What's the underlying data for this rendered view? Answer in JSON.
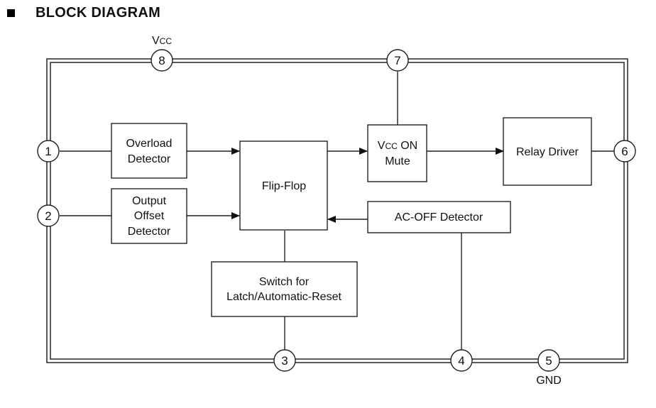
{
  "heading": {
    "bullet_icon": "square-bullet-icon",
    "title": "BLOCK DIAGRAM"
  },
  "blocks": {
    "overload": [
      "Overload",
      "Detector"
    ],
    "offset": [
      "Output",
      "Offset",
      "Detector"
    ],
    "flipflop": [
      "Flip-Flop"
    ],
    "vccmute": {
      "v": "V",
      "sub": "CC",
      "rest": " ON",
      "line2": "Mute"
    },
    "relay": [
      "Relay Driver"
    ],
    "acoff": [
      "AC-OFF Detector"
    ],
    "switch": [
      "Switch for",
      "Latch/Automatic-Reset"
    ]
  },
  "pins": [
    {
      "num": "1"
    },
    {
      "num": "2"
    },
    {
      "num": "3"
    },
    {
      "num": "4"
    },
    {
      "num": "5",
      "label": "GND"
    },
    {
      "num": "6"
    },
    {
      "num": "7"
    },
    {
      "num": "8",
      "label_v": "V",
      "label_sub": "CC"
    }
  ]
}
